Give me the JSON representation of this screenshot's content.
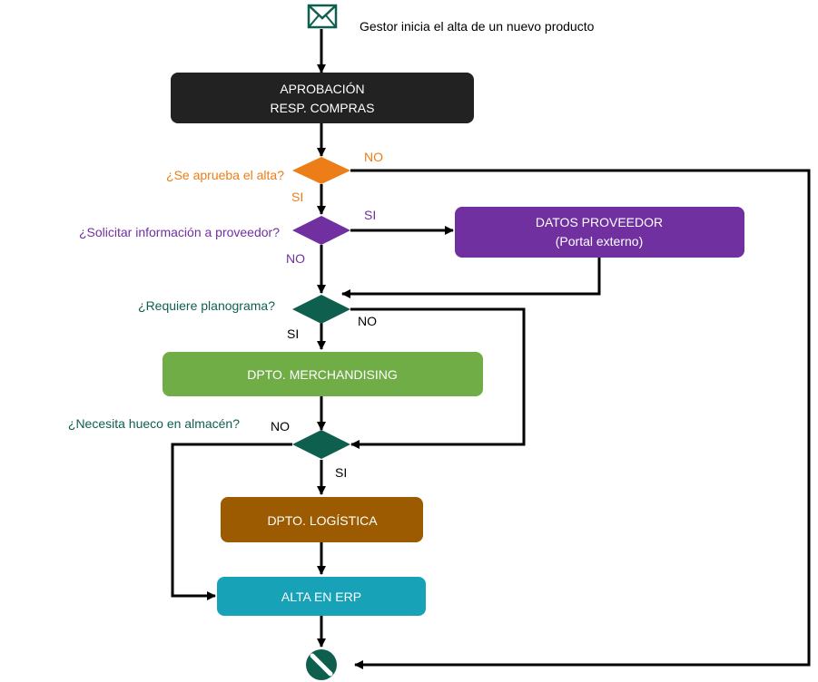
{
  "start": {
    "icon": "envelope-icon",
    "label": "Gestor inicia el alta de un nuevo producto"
  },
  "boxes": {
    "aprobacion": {
      "line1": "APROBACIÓN",
      "line2": "RESP. COMPRAS",
      "color": "#222222"
    },
    "datos_proveedor": {
      "line1": "DATOS PROVEEDOR",
      "line2": "(Portal externo)",
      "color": "#7030A0"
    },
    "merchandising": {
      "label": "DPTO. MERCHANDISING",
      "color": "#70AD47"
    },
    "logistica": {
      "label": "DPTO. LOGÍSTICA",
      "color": "#9C5B00"
    },
    "alta_erp": {
      "label": "ALTA EN ERP",
      "color": "#17A2B8"
    }
  },
  "decisions": {
    "aprueba": {
      "question": "¿Se aprueba el alta?",
      "yes": "SI",
      "no": "NO",
      "color": "#ED7D16"
    },
    "solicitar": {
      "question": "¿Solicitar información a proveedor?",
      "yes": "SI",
      "no": "NO",
      "color": "#7030A0"
    },
    "planograma": {
      "question": "¿Requiere planograma?",
      "yes": "SI",
      "no": "NO",
      "color": "#0F5F4F"
    },
    "hueco": {
      "question": "¿Necesita hueco en almacén?",
      "yes": "SI",
      "no": "NO",
      "color": "#0F5F4F"
    }
  },
  "end": {
    "icon": "no-entry-icon",
    "color": "#0F5F4F"
  }
}
